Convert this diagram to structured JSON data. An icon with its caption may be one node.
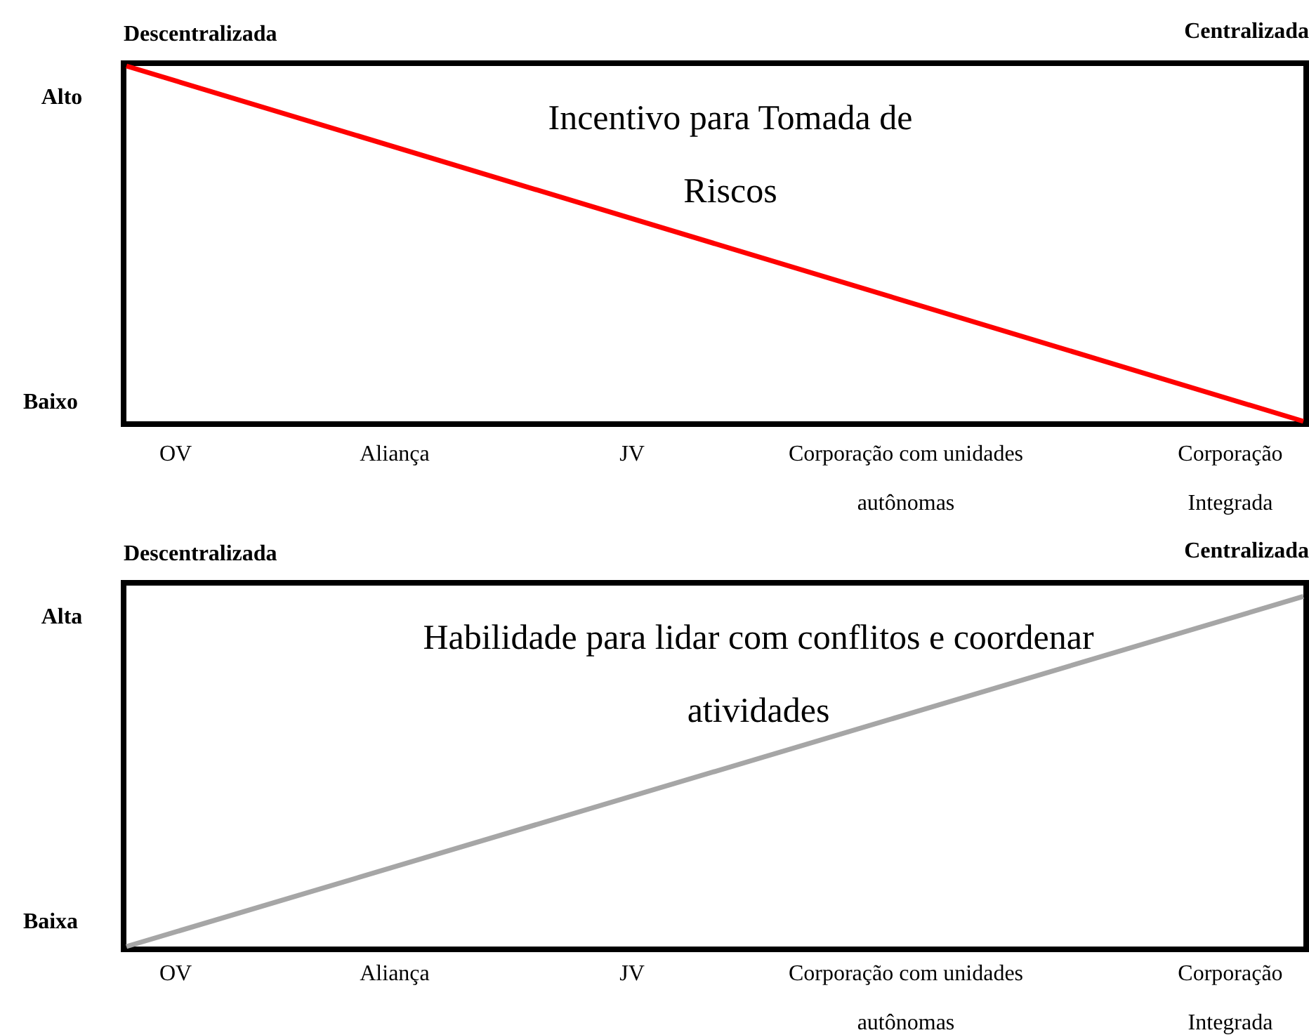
{
  "diagram": {
    "nodes": [
      {
        "text": [
          "Incentivo para Tomada de Riscos"
        ]
      },
      {
        "text": [
          "Habilidade para lidar com conflitos e coordenar atividades"
        ]
      }
    ],
    "labels": [
      "Descentralizada",
      "Centralizada",
      "Alto",
      "Baixo",
      "OV",
      "Aliança",
      "JV",
      "Corporação com unidades autônomas",
      "Corporação Integrada",
      "Descentralizada",
      "Centralizada",
      "Alta",
      "Baixa",
      "OV",
      "Aliança",
      "JV",
      "Corporação com unidades autônomas",
      "Corporação Integrada"
    ]
  }
}
